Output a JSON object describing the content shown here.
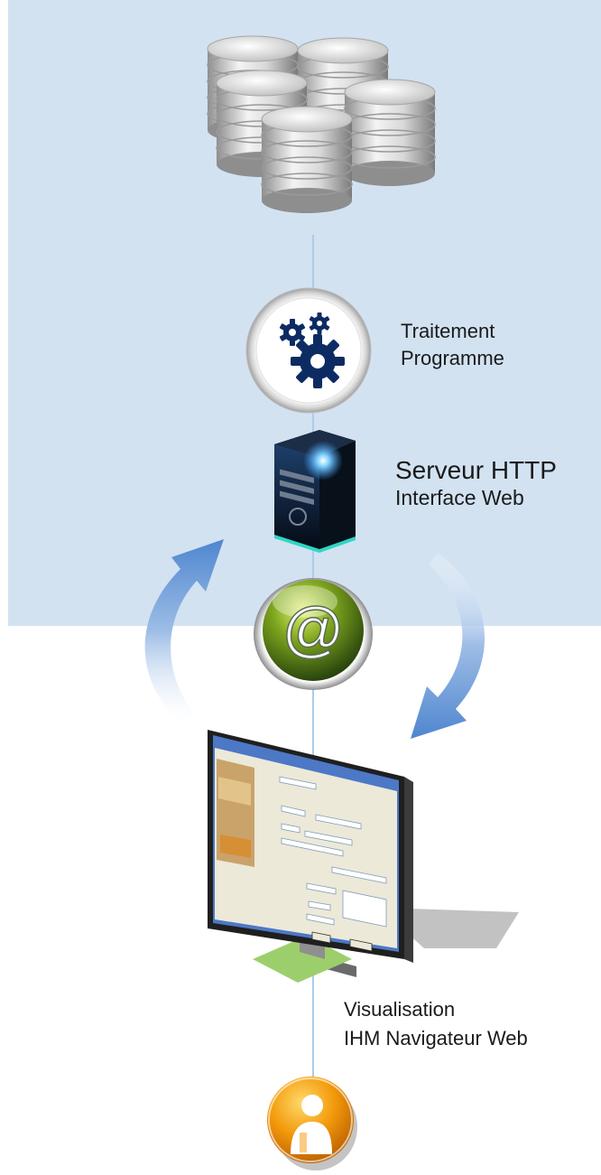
{
  "labels": {
    "traitement": {
      "line1": "Traitement",
      "line2": "Programme"
    },
    "serveur": {
      "line1": "Serveur HTTP",
      "line2": "Interface Web"
    },
    "visualisation": {
      "line1": "Visualisation",
      "line2": "IHM Navigateur Web"
    }
  },
  "icons": {
    "database": "database-cluster-icon",
    "gears": "gears-icon",
    "server": "server-tower-icon",
    "web": "at-sign-icon",
    "monitor": "monitor-icon",
    "user": "user-icon"
  },
  "at_symbol": "@",
  "colors": {
    "top_background": "#d2e2f1",
    "connector_line": "#a9ccec",
    "arrow": "#5b8fd0",
    "at_button": "#6f9a1a",
    "user_badge": "#f5a00c",
    "gear": "#0d2b63"
  }
}
